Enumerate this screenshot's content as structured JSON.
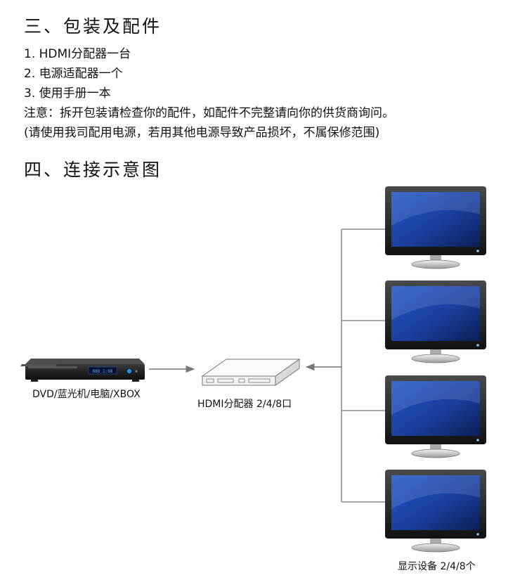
{
  "sections": [
    {
      "title": "三、包装及配件",
      "items": [
        "1. HDMI分配器一台",
        "2. 电源适配器一个",
        "3. 使用手册一本"
      ],
      "notice": "注意：拆开包装请检查你的配件，如配件不完整请向你的供货商询问。",
      "notice_paren": "(请使用我司配用电源，若用其他电源导致产品损坏，不属保修范围)"
    },
    {
      "title": "四、连接示意图"
    }
  ],
  "diagram": {
    "source_label": "DVD/蓝光机/电脑/XBOX",
    "splitter_label": "HDMI分配器 2/4/8口",
    "displays_label": "显示设备 2/4/8个",
    "player_display_text": "888  1:88"
  }
}
